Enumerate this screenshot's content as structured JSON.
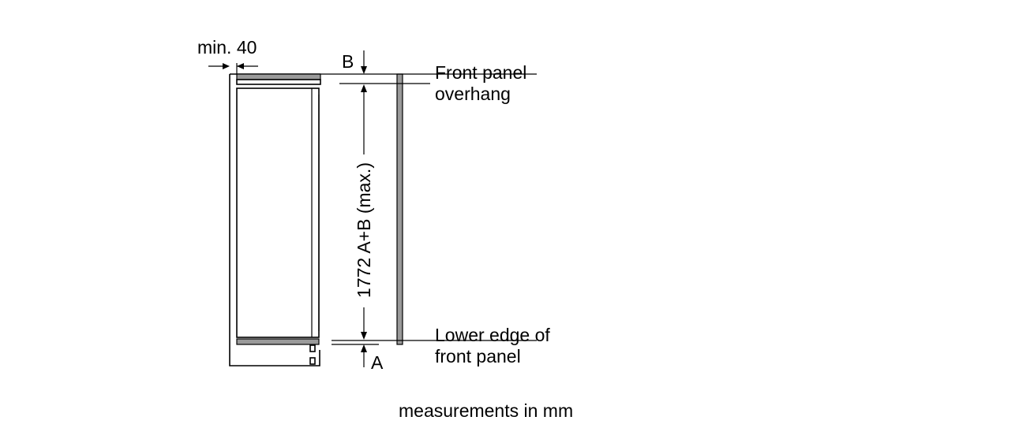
{
  "diagram": {
    "labels": {
      "min_gap": "min. 40",
      "dim_b": "B",
      "dim_a": "A",
      "front_overhang_line1": "Front panel",
      "front_overhang_line2": "overhang",
      "height_dim": "1772 A+B (max.)",
      "lower_edge_line1": "Lower edge of",
      "lower_edge_line2": "front panel",
      "footer": "measurements in mm"
    }
  }
}
